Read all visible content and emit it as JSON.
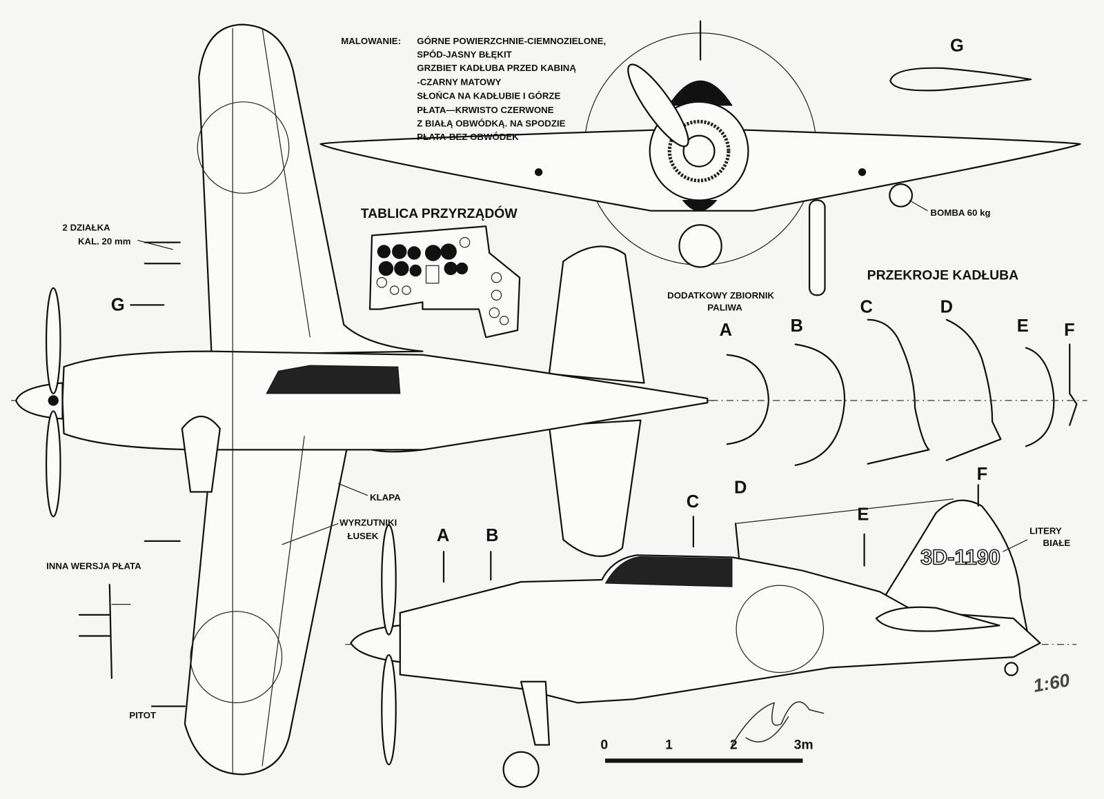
{
  "painting_notes": {
    "heading": "MALOWANIE:",
    "lines": [
      "GÓRNE POWIERZCHNIE-CIEMNOZIELONE,",
      "SPÓD-JASNY BŁĘKIT",
      "GRZBIET KADŁUBA PRZED KABINĄ",
      "-CZARNY MATOWY",
      "SŁOŃCA NA KADŁUBIE I GÓRZE",
      "PŁATA—KRWISTO CZERWONE",
      "Z BIAŁĄ OBWÓDKĄ. NA SPODZIE",
      "PŁATA-BEZ OBWÓDEK"
    ]
  },
  "labels": {
    "instrument_panel": "TABLICA PRZYRZĄDÓW",
    "cannons_1": "2 DZIAŁKA",
    "cannons_2": "KAL. 20 mm",
    "section_g_top": "G",
    "section_g_airfoil": "G",
    "alt_wing": "INNA WERSJA PŁATA",
    "pitot": "PITOT",
    "flap": "KLAPA",
    "ejectors_1": "WYRZUTNIKI",
    "ejectors_2": "ŁUSEK",
    "bomb": "BOMBA  60 kg",
    "droptank_1": "DODATKOWY ZBIORNIK",
    "droptank_2": "PALIWA",
    "sections_title": "PRZEKROJE  KADŁUBA",
    "letters_1": "LITERY",
    "letters_2": "BIAŁE",
    "registration": "3D-1190",
    "scale_ratio": "1:60"
  },
  "sections": [
    "A",
    "B",
    "C",
    "D",
    "E",
    "F"
  ],
  "side_sections": [
    "A",
    "B",
    "C",
    "D",
    "E",
    "F"
  ],
  "scale_bar": {
    "ticks": [
      "0",
      "1",
      "2",
      "3m"
    ]
  }
}
